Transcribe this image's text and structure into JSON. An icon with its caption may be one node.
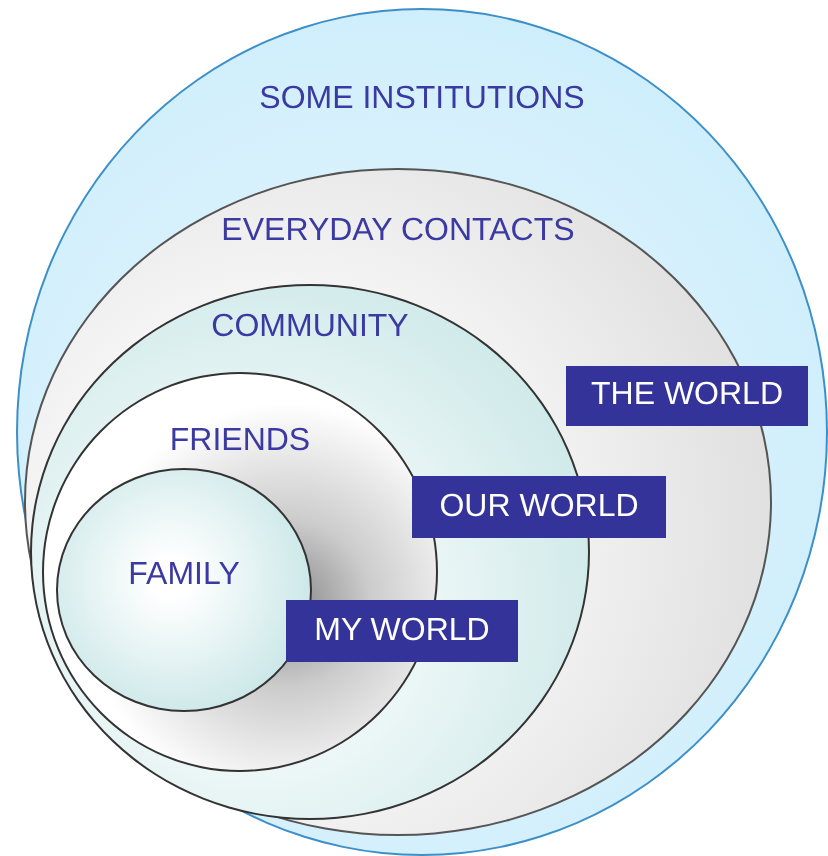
{
  "diagram": {
    "nodes": [
      {
        "text": [
          "SOME INSTITUTIONS"
        ]
      },
      {
        "text": [
          "EVERYDAY CONTACTS"
        ],
        "in": 0
      },
      {
        "text": [
          "COMMUNITY"
        ],
        "in": 1
      },
      {
        "text": [
          "FRIENDS"
        ],
        "in": 2
      },
      {
        "text": [
          "FAMILY"
        ],
        "in": 3
      },
      {
        "text": [
          "THE WORLD"
        ],
        "in": 0
      },
      {
        "text": [
          "OUR WORLD"
        ],
        "in": 1
      },
      {
        "text": [
          "MY WORLD"
        ],
        "in": 2
      }
    ]
  }
}
